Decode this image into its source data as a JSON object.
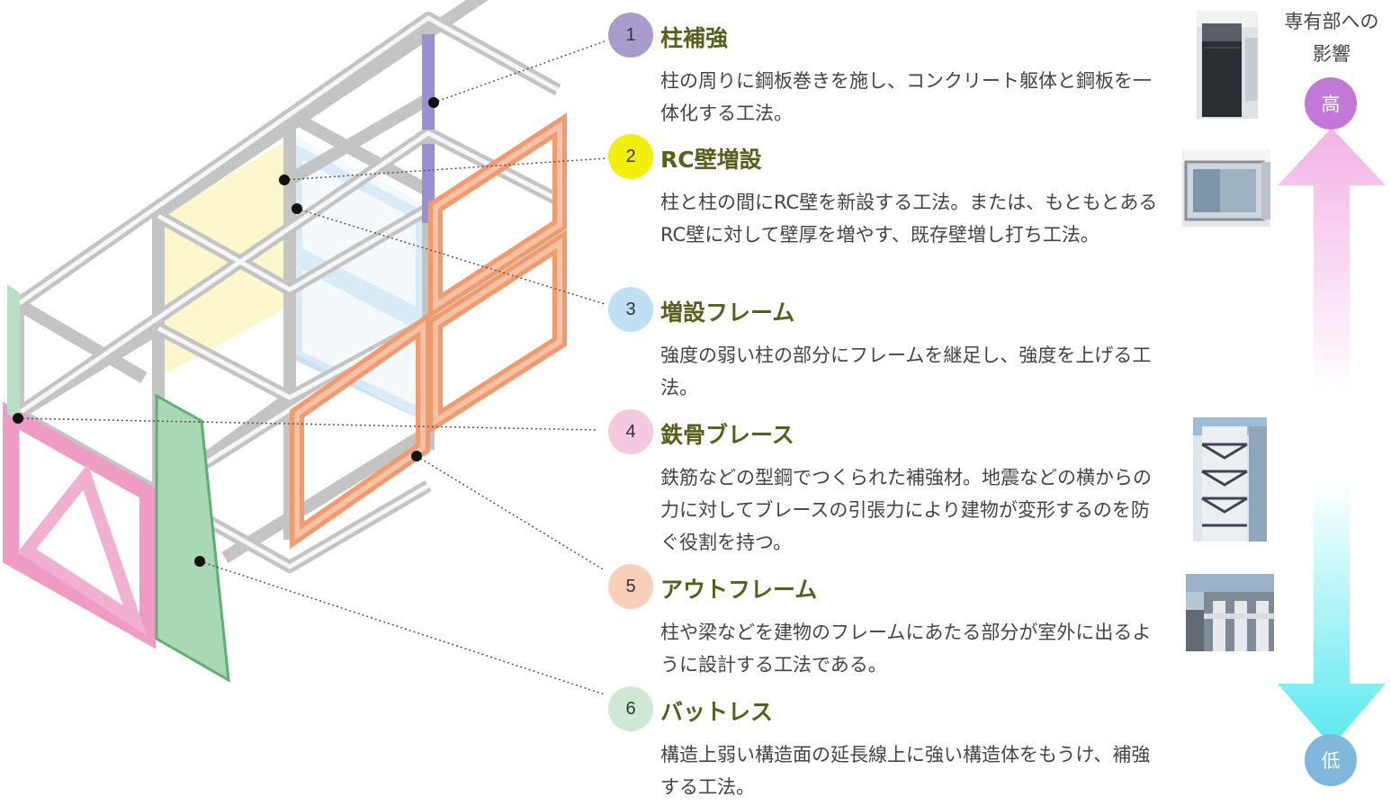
{
  "impact": {
    "label": "専有部への影響",
    "high": "高",
    "low": "低",
    "high_color": "#c278d6",
    "low_color": "#7fb8dc"
  },
  "methods": [
    {
      "number": "1",
      "title": "柱補強",
      "description": "柱の周りに鋼板巻きを施し、コンクリート躯体と鋼板を一体化する工法。",
      "color": "#a99bcc"
    },
    {
      "number": "2",
      "title": "RC壁増設",
      "description": "柱と柱の間にRC壁を新設する工法。または、もともとあるRC壁に対して壁厚を増やす、既存壁増し打ち工法。",
      "color": "#f1ef0b"
    },
    {
      "number": "3",
      "title": "増設フレーム",
      "description": "強度の弱い柱の部分にフレームを継足し、強度を上げる工法。",
      "color": "#bfe0f2"
    },
    {
      "number": "4",
      "title": "鉄骨ブレース",
      "description": "鉄筋などの型鋼でつくられた補強材。地震などの横からの力に対してブレースの引張力により建物が変形するのを防ぐ役割を持つ。",
      "color": "#f4c8de"
    },
    {
      "number": "5",
      "title": "アウトフレーム",
      "description": "柱や梁などを建物のフレームにあたる部分が室外に出るように設計する工法である。",
      "color": "#f8cfb8"
    },
    {
      "number": "6",
      "title": "バットレス",
      "description": "構造上弱い構造面の延長線上に強い構造体をもうけ、補強する工法。",
      "color": "#cfe8d4"
    }
  ]
}
